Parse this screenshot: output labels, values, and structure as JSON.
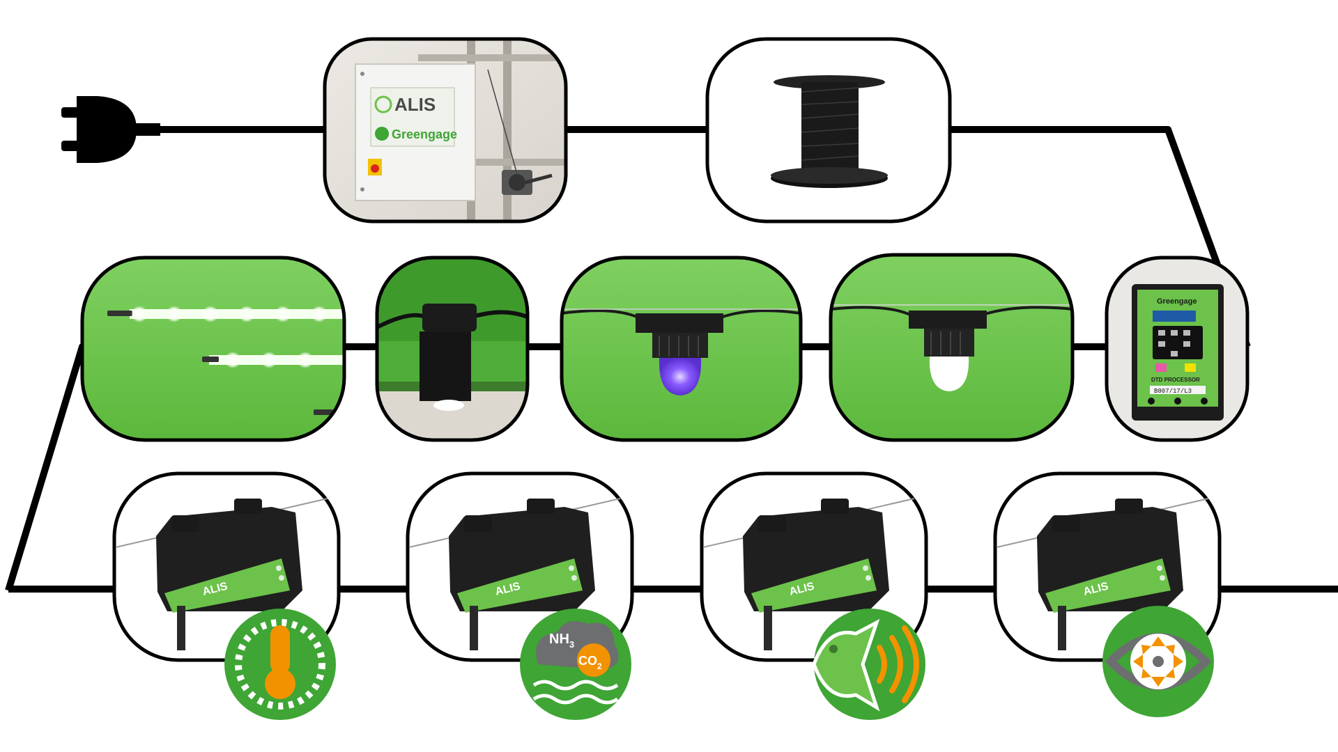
{
  "diagram": {
    "colors": {
      "line": "#000000",
      "green": "#6cc24a",
      "darkGreen": "#3fa535",
      "orange": "#f39200",
      "grey": "#6d6e70",
      "white": "#ffffff"
    },
    "power_source": {
      "icon": "power-plug-icon"
    },
    "row1": [
      {
        "id": "control-cabinet",
        "icon": "control-cabinet-icon",
        "brand_primary": "ALIS",
        "brand_secondary": "Greengage"
      },
      {
        "id": "cable-reel",
        "icon": "cable-reel-icon"
      }
    ],
    "row2": [
      {
        "id": "led-strip-lights",
        "icon": "led-strip-icon"
      },
      {
        "id": "downlight-fixture",
        "icon": "downlight-icon"
      },
      {
        "id": "uv-lamp",
        "icon": "uv-bulb-icon"
      },
      {
        "id": "white-lamp",
        "icon": "white-bulb-icon"
      },
      {
        "id": "dtd-processor",
        "icon": "dtd-processor-icon",
        "brand": "Greengage",
        "label": "DTD PROCESSOR",
        "code": "B807/17/L3"
      }
    ],
    "row3": [
      {
        "id": "temperature-sensor",
        "device_brand": "ALIS",
        "badge_icon": "thermometer-icon"
      },
      {
        "id": "gas-sensor",
        "device_brand": "ALIS",
        "badge_icon": "gas-cloud-icon",
        "badge_text_1": "NH",
        "badge_text_1_sub": "3",
        "badge_text_2": "CO",
        "badge_text_2_sub": "2"
      },
      {
        "id": "bird-activity-sensor",
        "device_brand": "ALIS",
        "badge_icon": "bird-signal-icon"
      },
      {
        "id": "vision-sensor",
        "device_brand": "ALIS",
        "badge_icon": "eye-movement-icon"
      }
    ]
  }
}
